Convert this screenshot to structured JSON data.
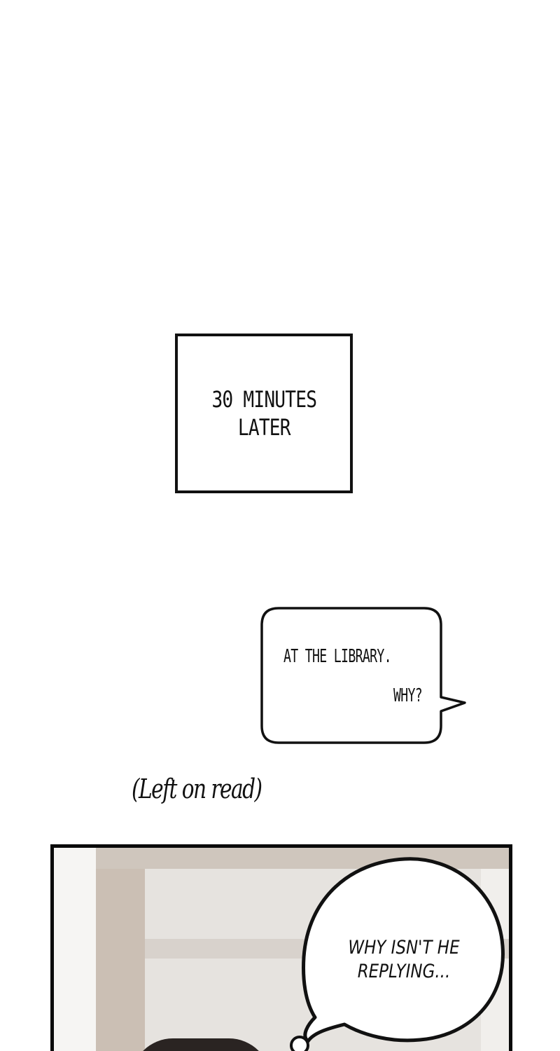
{
  "caption": {
    "text": "30 MINUTES\nLATER"
  },
  "message_bubble": {
    "line1": "AT THE LIBRARY.",
    "line2": "WHY?"
  },
  "status_note": {
    "text": "(Left on read)"
  },
  "thought_bubble": {
    "text": "WHY ISN'T HE\nREPLYING..."
  }
}
